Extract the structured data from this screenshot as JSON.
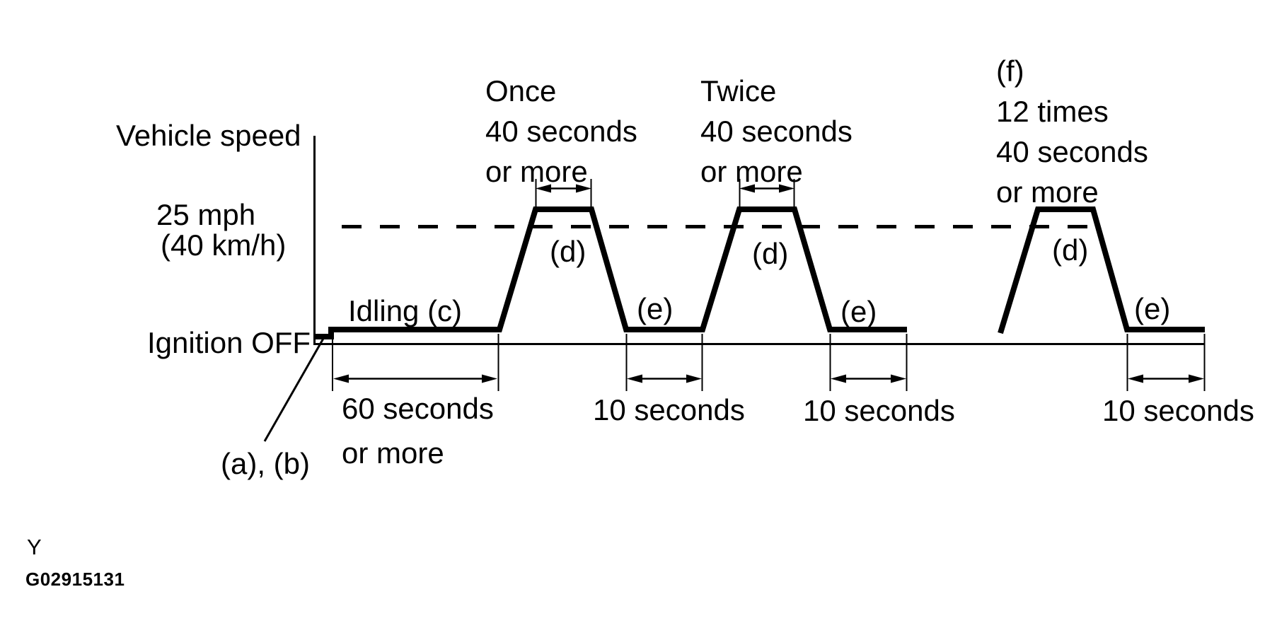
{
  "colors": {
    "ink": "#000000",
    "background": "#ffffff"
  },
  "axis": {
    "y_axis_label": "Vehicle speed",
    "threshold_line1": "25 mph",
    "threshold_line2": "(40 km/h)",
    "baseline_label": "Ignition OFF"
  },
  "trace": {
    "idling_label": "Idling (c)",
    "start_callout": "(a), (b)"
  },
  "zone_labels": {
    "d": "(d)",
    "e": "(e)"
  },
  "peaks": [
    {
      "lines": [
        "Once",
        "40 seconds",
        "or more"
      ]
    },
    {
      "lines": [
        "Twice",
        "40 seconds",
        "or more"
      ]
    },
    {
      "lines": [
        "(f)",
        "12 times",
        "40 seconds",
        "or more"
      ]
    }
  ],
  "dimensions": {
    "idle_line1": "60 seconds",
    "idle_line2": "or more",
    "dip": "10 seconds"
  },
  "footer": {
    "y_marker": "Y",
    "figure_code": "G02915131"
  }
}
